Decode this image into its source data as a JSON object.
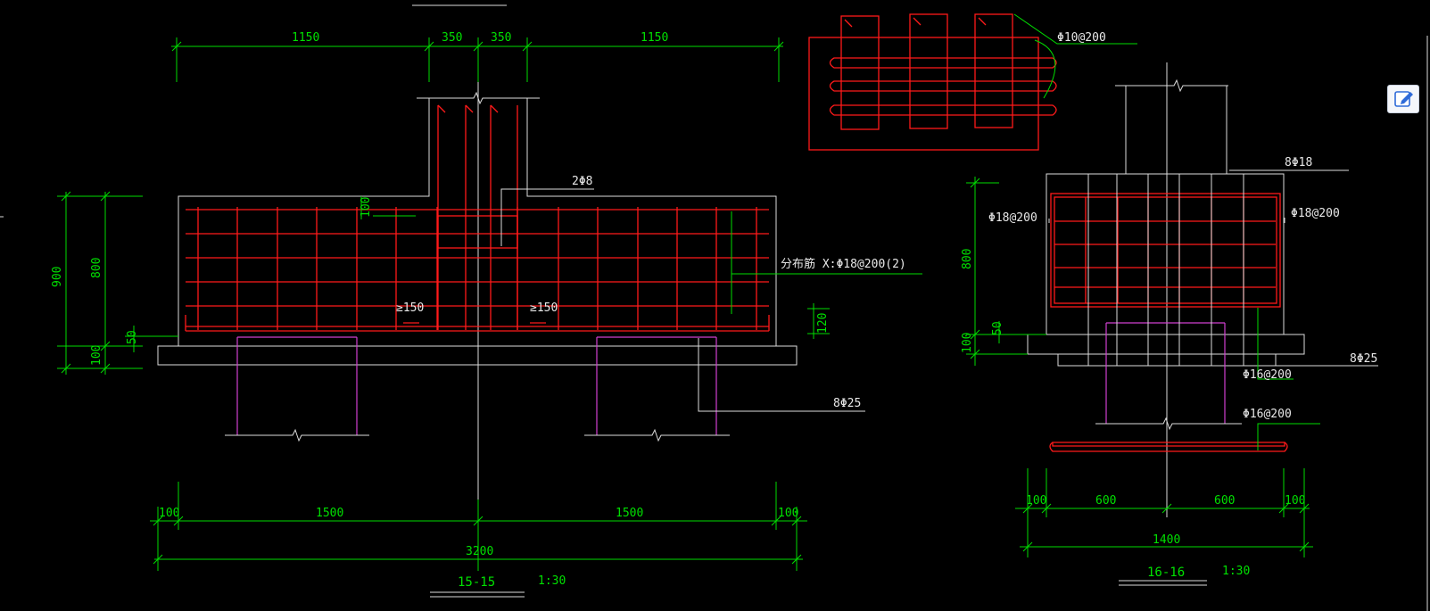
{
  "section_left": {
    "title": "15-15",
    "scale": "1:30",
    "dims_top": [
      "1150",
      "350",
      "350",
      "1150"
    ],
    "dims_bottom": [
      "100",
      "1500",
      "1500",
      "100"
    ],
    "dim_total": "3200",
    "dims_left": [
      "900",
      "800",
      "100",
      "50"
    ],
    "dim_right": "120",
    "dim_100": "100",
    "label_2phi8": "2Φ8",
    "label_distribution": "分布筋 X:Φ18@200(2)",
    "label_ge150_a": "≥150",
    "label_ge150_b": "≥150",
    "label_8phi25": "8Φ25"
  },
  "section_right": {
    "title": "16-16",
    "scale": "1:30",
    "dims_bottom": [
      "100",
      "600",
      "600",
      "100"
    ],
    "dim_total": "1400",
    "dims_left": [
      "800",
      "50",
      "100"
    ],
    "label_8phi18": "8Φ18",
    "label_phi18_left": "Φ18@200",
    "label_phi18_right": "Φ18@200",
    "label_8phi25": "8Φ25",
    "label_phi16_a": "Φ16@200",
    "label_phi16_b": "Φ16@200"
  },
  "detail": {
    "label": "Φ10@200"
  },
  "colors": {
    "background": "#000000",
    "dimension": "#00dd00",
    "rebar": "#ff1a1a",
    "outline": "#dcdcdc",
    "pile": "#d040d0"
  },
  "toolbar": {
    "icon": "edit-icon"
  }
}
